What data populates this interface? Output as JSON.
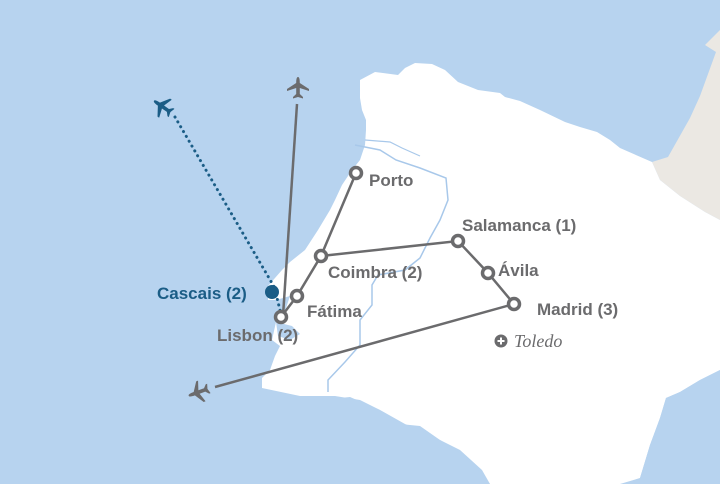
{
  "map": {
    "colors": {
      "sea": "#b7d3ef",
      "land": "#ffffff",
      "neighbor_land": "#ebe8e3",
      "river": "#a8c8ea",
      "route": "#6b6b6d",
      "highlight": "#1b5d86"
    },
    "stops": [
      {
        "name": "Porto",
        "label": "Porto",
        "nights": null
      },
      {
        "name": "Salamanca",
        "label": "Salamanca (1)",
        "nights": 1
      },
      {
        "name": "Coimbra",
        "label": "Coimbra (2)",
        "nights": 2
      },
      {
        "name": "Ávila",
        "label": "Ávila",
        "nights": null
      },
      {
        "name": "Cascais",
        "label": "Cascais (2)",
        "nights": 2
      },
      {
        "name": "Fátima",
        "label": "Fátima",
        "nights": null
      },
      {
        "name": "Madrid",
        "label": "Madrid (3)",
        "nights": 3
      },
      {
        "name": "Lisbon",
        "label": "Lisbon (2)",
        "nights": 2
      }
    ],
    "optional": {
      "label": "Toledo",
      "icon": "plus-circle-icon"
    },
    "flights": [
      {
        "icon": "airplane-icon",
        "style": "dotted",
        "color": "highlight",
        "from": "Cascais"
      },
      {
        "icon": "airplane-icon",
        "style": "solid",
        "color": "route",
        "from": "Lisbon"
      },
      {
        "icon": "airplane-icon",
        "style": "solid",
        "color": "route",
        "to": "Madrid"
      }
    ]
  }
}
